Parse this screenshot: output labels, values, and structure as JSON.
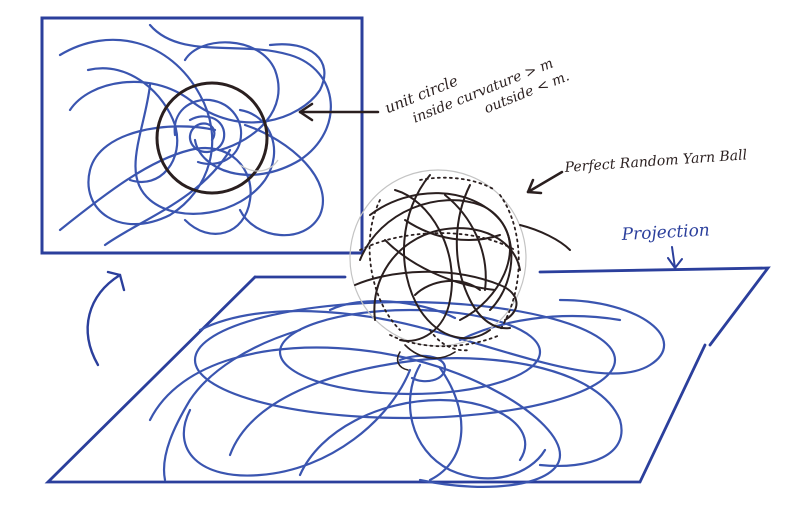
{
  "annotations": {
    "circle_note_line1": "unit circle",
    "circle_note_line2": "inside curvature > m",
    "circle_note_line3": "outside < m.",
    "yarn_ball_label": "Perfect Random Yarn Ball",
    "projection_label": "Projection"
  },
  "colors": {
    "paper": "#ffffff",
    "blue_ink": "#2b3f9c",
    "black_ink": "#2a1f1f",
    "grey_pencil": "#b9b9b9"
  }
}
